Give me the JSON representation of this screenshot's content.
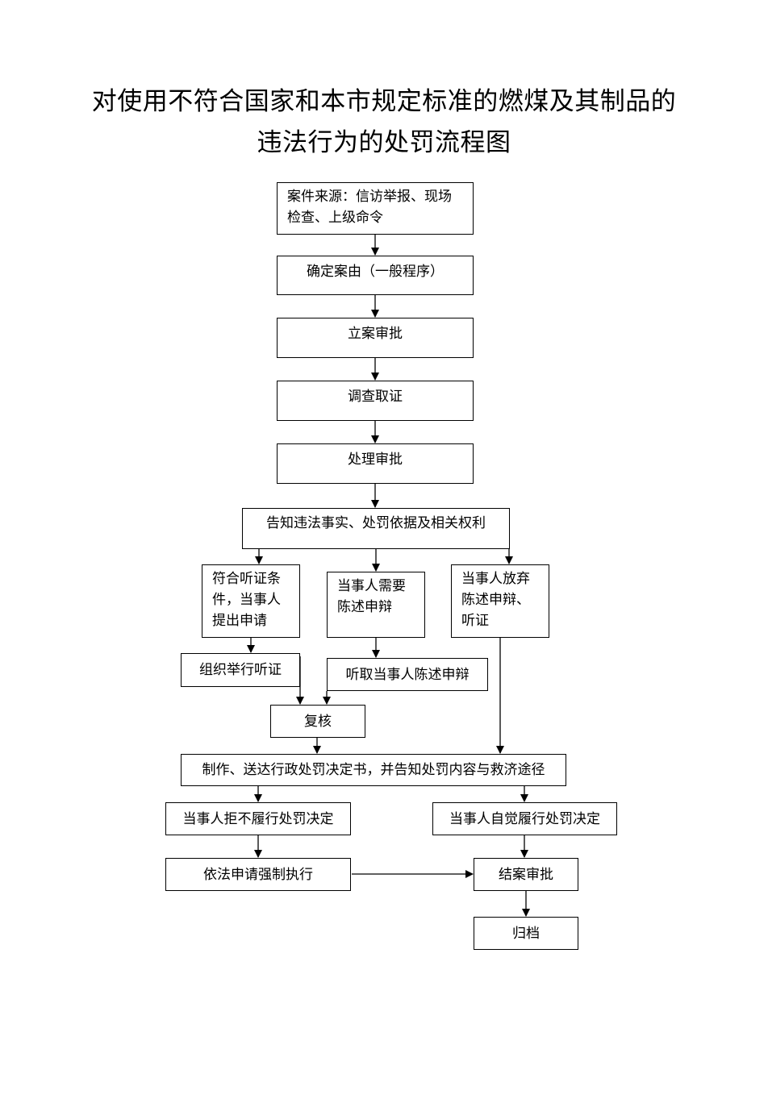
{
  "title": {
    "line1": "对使用不符合国家和本市规定标准的燃煤及其制品的",
    "line2": "违法行为的处罚流程图"
  },
  "steps": {
    "source": "案件来源：信访举报、现场检查、上级命令",
    "determine_cause": "确定案由（一般程序）",
    "filing_approval": "立案审批",
    "investigation": "调查取证",
    "handling_approval": "处理审批",
    "notify": "告知违法事实、处罚依据及相关权利",
    "hearing_condition": "符合听证条件，当事人提出申请",
    "statement_needed": "当事人需要陈述申辩",
    "waive": "当事人放弃陈述申辩、听证",
    "hold_hearing": "组织举行听证",
    "hear_statement": "听取当事人陈述申辩",
    "review": "复核",
    "decision": "制作、送达行政处罚决定书，并告知处罚内容与救济途径",
    "refuse": "当事人拒不履行处罚决定",
    "comply": "当事人自觉履行处罚决定",
    "enforce": "依法申请强制执行",
    "close_approval": "结案审批",
    "archive": "归档"
  }
}
